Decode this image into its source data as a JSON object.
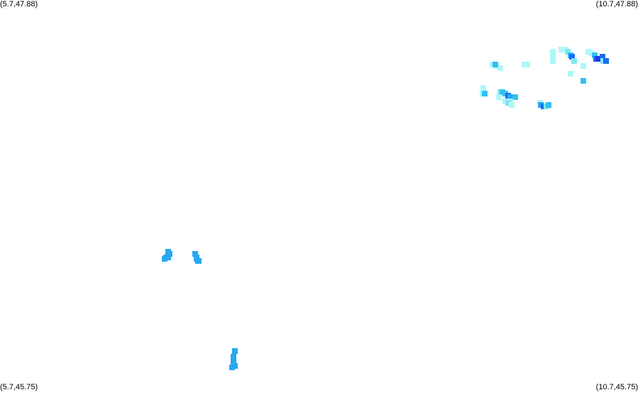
{
  "map": {
    "corners": {
      "top_left": "(5.7,47.88)",
      "top_right": "(10.7,47.88)",
      "bottom_left": "(5.7,45.75)",
      "bottom_right": "(10.7,45.75)"
    },
    "extent": {
      "lon_min": 5.7,
      "lon_max": 10.7,
      "lat_min": 45.75,
      "lat_max": 47.88
    },
    "background": "#ffffff",
    "palette": {
      "pale_cyan": "#aef7f7",
      "light_cyan": "#7fe6f0",
      "sky": "#33c0f0",
      "azure": "#28a8f0",
      "blue": "#1a6cf0",
      "dark_blue": "#1a35e8"
    },
    "cells": [
      {
        "lon": 9.56,
        "lat": 47.53,
        "color": "pale_cyan"
      },
      {
        "lon": 9.59,
        "lat": 47.52,
        "color": "pale_cyan"
      },
      {
        "lon": 9.62,
        "lat": 47.51,
        "color": "pale_cyan"
      },
      {
        "lon": 9.58,
        "lat": 47.53,
        "color": "sky"
      },
      {
        "lon": 9.81,
        "lat": 47.53,
        "color": "pale_cyan"
      },
      {
        "lon": 9.83,
        "lat": 47.53,
        "color": "pale_cyan"
      },
      {
        "lon": 10.03,
        "lat": 47.57,
        "color": "pale_cyan"
      },
      {
        "lon": 10.03,
        "lat": 47.55,
        "color": "pale_cyan"
      },
      {
        "lon": 10.03,
        "lat": 47.6,
        "color": "pale_cyan"
      },
      {
        "lon": 10.1,
        "lat": 47.61,
        "color": "pale_cyan"
      },
      {
        "lon": 10.13,
        "lat": 47.61,
        "color": "pale_cyan"
      },
      {
        "lon": 10.15,
        "lat": 47.6,
        "color": "light_cyan"
      },
      {
        "lon": 10.17,
        "lat": 47.58,
        "color": "sky"
      },
      {
        "lon": 10.18,
        "lat": 47.57,
        "color": "blue"
      },
      {
        "lon": 10.2,
        "lat": 47.55,
        "color": "light_cyan"
      },
      {
        "lon": 10.17,
        "lat": 47.48,
        "color": "pale_cyan"
      },
      {
        "lon": 10.27,
        "lat": 47.52,
        "color": "pale_cyan"
      },
      {
        "lon": 10.31,
        "lat": 47.6,
        "color": "pale_cyan"
      },
      {
        "lon": 10.34,
        "lat": 47.59,
        "color": "pale_cyan"
      },
      {
        "lon": 10.36,
        "lat": 47.58,
        "color": "sky"
      },
      {
        "lon": 10.37,
        "lat": 47.56,
        "color": "blue"
      },
      {
        "lon": 10.39,
        "lat": 47.56,
        "color": "dark_blue"
      },
      {
        "lon": 10.41,
        "lat": 47.56,
        "color": "dark_blue"
      },
      {
        "lon": 10.42,
        "lat": 47.57,
        "color": "blue"
      },
      {
        "lon": 10.43,
        "lat": 47.55,
        "color": "light_cyan"
      },
      {
        "lon": 10.45,
        "lat": 47.55,
        "color": "blue"
      },
      {
        "lon": 10.27,
        "lat": 47.44,
        "color": "sky"
      },
      {
        "lon": 9.49,
        "lat": 47.4,
        "color": "pale_cyan"
      },
      {
        "lon": 9.48,
        "lat": 47.37,
        "color": "pale_cyan"
      },
      {
        "lon": 9.5,
        "lat": 47.37,
        "color": "sky"
      },
      {
        "lon": 9.62,
        "lat": 47.38,
        "color": "light_cyan"
      },
      {
        "lon": 9.64,
        "lat": 47.38,
        "color": "sky"
      },
      {
        "lon": 9.66,
        "lat": 47.37,
        "color": "sky"
      },
      {
        "lon": 9.68,
        "lat": 47.36,
        "color": "blue"
      },
      {
        "lon": 9.7,
        "lat": 47.35,
        "color": "azure"
      },
      {
        "lon": 9.72,
        "lat": 47.35,
        "color": "azure"
      },
      {
        "lon": 9.74,
        "lat": 47.35,
        "color": "sky"
      },
      {
        "lon": 9.61,
        "lat": 47.35,
        "color": "pale_cyan"
      },
      {
        "lon": 9.66,
        "lat": 47.33,
        "color": "pale_cyan"
      },
      {
        "lon": 9.7,
        "lat": 47.33,
        "color": "pale_cyan"
      },
      {
        "lon": 9.68,
        "lat": 47.32,
        "color": "light_cyan"
      },
      {
        "lon": 9.71,
        "lat": 47.31,
        "color": "pale_cyan"
      },
      {
        "lon": 9.93,
        "lat": 47.32,
        "color": "pale_cyan"
      },
      {
        "lon": 9.94,
        "lat": 47.31,
        "color": "azure"
      },
      {
        "lon": 9.96,
        "lat": 47.3,
        "color": "blue"
      },
      {
        "lon": 9.98,
        "lat": 47.3,
        "color": "light_cyan"
      },
      {
        "lon": 10.0,
        "lat": 47.31,
        "color": "sky"
      },
      {
        "lon": 7.02,
        "lat": 46.51,
        "color": "azure"
      },
      {
        "lon": 7.03,
        "lat": 46.5,
        "color": "azure"
      },
      {
        "lon": 7.02,
        "lat": 46.48,
        "color": "azure"
      },
      {
        "lon": 7.0,
        "lat": 46.48,
        "color": "azure"
      },
      {
        "lon": 6.99,
        "lat": 46.47,
        "color": "azure"
      },
      {
        "lon": 7.23,
        "lat": 46.5,
        "color": "azure"
      },
      {
        "lon": 7.24,
        "lat": 46.48,
        "color": "azure"
      },
      {
        "lon": 7.24,
        "lat": 46.47,
        "color": "azure"
      },
      {
        "lon": 7.26,
        "lat": 46.46,
        "color": "azure"
      },
      {
        "lon": 7.25,
        "lat": 46.46,
        "color": "azure"
      },
      {
        "lon": 7.54,
        "lat": 45.97,
        "color": "azure"
      },
      {
        "lon": 7.53,
        "lat": 45.94,
        "color": "azure"
      },
      {
        "lon": 7.53,
        "lat": 45.91,
        "color": "azure"
      },
      {
        "lon": 7.54,
        "lat": 45.89,
        "color": "azure"
      },
      {
        "lon": 7.52,
        "lat": 45.88,
        "color": "azure"
      }
    ]
  }
}
